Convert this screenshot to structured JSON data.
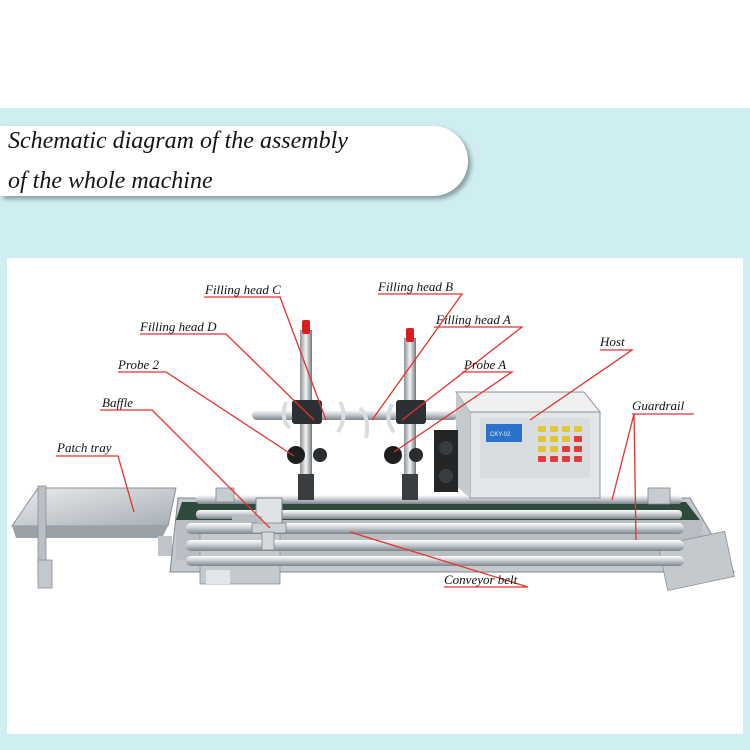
{
  "title": {
    "line1": "Schematic diagram of the assembly",
    "line2": "of the whole machine"
  },
  "labels": {
    "filling_head_c": "Filling head C",
    "filling_head_b": "Filling head B",
    "filling_head_a": "Filling head A",
    "filling_head_d": "Filling head D",
    "host": "Host",
    "probe_2": "Probe 2",
    "probe_a": "Probe A",
    "baffle": "Baffle",
    "guardrail": "Guardrail",
    "patch_tray": "Patch tray",
    "conveyor_belt": "Conveyor belt"
  },
  "controller_display": "CKY-02",
  "colors": {
    "band": "#cfeef2",
    "leader": "#e8312a",
    "cap": "#d81e1e",
    "belt": "#2d4a3c",
    "display": "#2a73c9"
  }
}
